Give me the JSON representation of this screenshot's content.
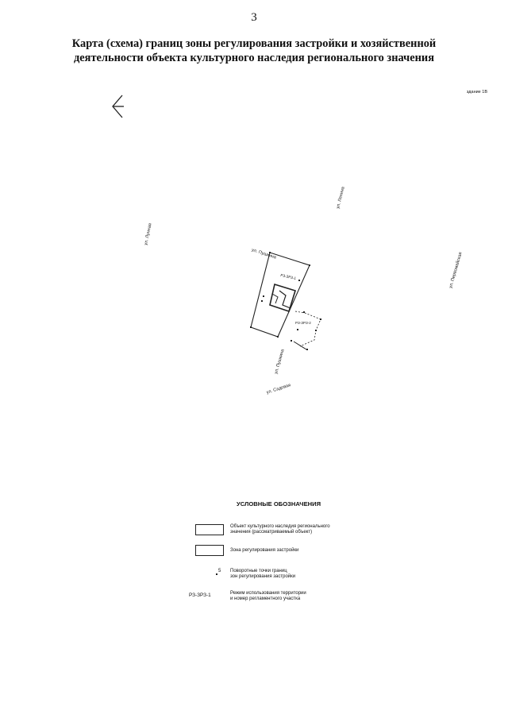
{
  "page": {
    "number": "3"
  },
  "title": {
    "line1": "Карта (схема) границ зоны регулирования застройки и хозяйственной",
    "line2": "деятельности объекта культурного наследия регионального значения"
  },
  "map": {
    "north_arrow_icon": "north-arrow-icon",
    "corner_label": "здание 1В",
    "streets": [
      {
        "label": "ул. Пушкина"
      },
      {
        "label": "ул. Лунная"
      },
      {
        "label": "ул. Первомайская"
      },
      {
        "label": "ул. Ленина"
      },
      {
        "label": "ул. Пушкина"
      },
      {
        "label": "ул. Садовая"
      }
    ],
    "zone_labels": [
      {
        "label": "РЗ-ЗРЗ-1"
      },
      {
        "label": "РЗ-ЗРЗ-2"
      }
    ],
    "colors": {
      "line": "#222222",
      "background": "#ffffff"
    }
  },
  "legend": {
    "title": "УСЛОВНЫЕ ОБОЗНАЧЕНИЯ",
    "items": [
      {
        "symbol": "outline-box-icon",
        "line1": "Объект культурного наследия регионального",
        "line2": "значения (рассматриваемый объект)"
      },
      {
        "symbol": "zone-box-icon",
        "line1": "Зона регулирования застройки",
        "line2": ""
      },
      {
        "symbol": "turning-point-icon",
        "point_number": "5",
        "line1": "Поворотные точки границ",
        "line2": "зон регулирования застройки"
      },
      {
        "symbol_code": "РЗ-ЗРЗ-1",
        "line1": "Режим использования территории",
        "line2": "и номер регламентного участка"
      }
    ]
  }
}
